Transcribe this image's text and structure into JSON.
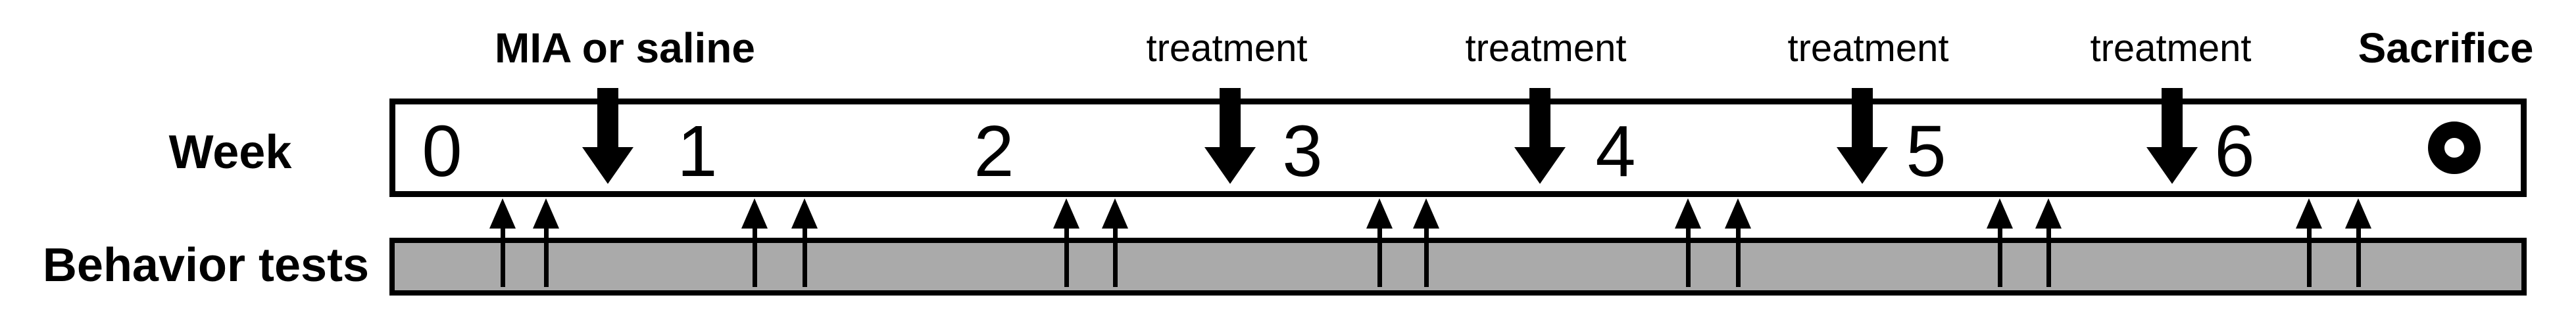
{
  "figure": {
    "header": {
      "mia_label": "MIA or saline",
      "treatment_labels": [
        "treatment",
        "treatment",
        "treatment",
        "treatment"
      ],
      "sacrifice_label": "Sacrifice"
    },
    "week_row": {
      "label": "Week",
      "numbers": [
        "0",
        "1",
        "2",
        "3",
        "4",
        "5",
        "6"
      ]
    },
    "behavior_row": {
      "label": "Behavior tests"
    },
    "icons": {
      "injection_marker": "down-arrow-icon",
      "behavior_test_marker": "up-arrow-icon",
      "sacrifice_marker": "bullseye-icon"
    },
    "colors": {
      "ink": "#000000",
      "background": "#ffffff",
      "behavior_bar_fill": "#aaaaaa"
    }
  }
}
